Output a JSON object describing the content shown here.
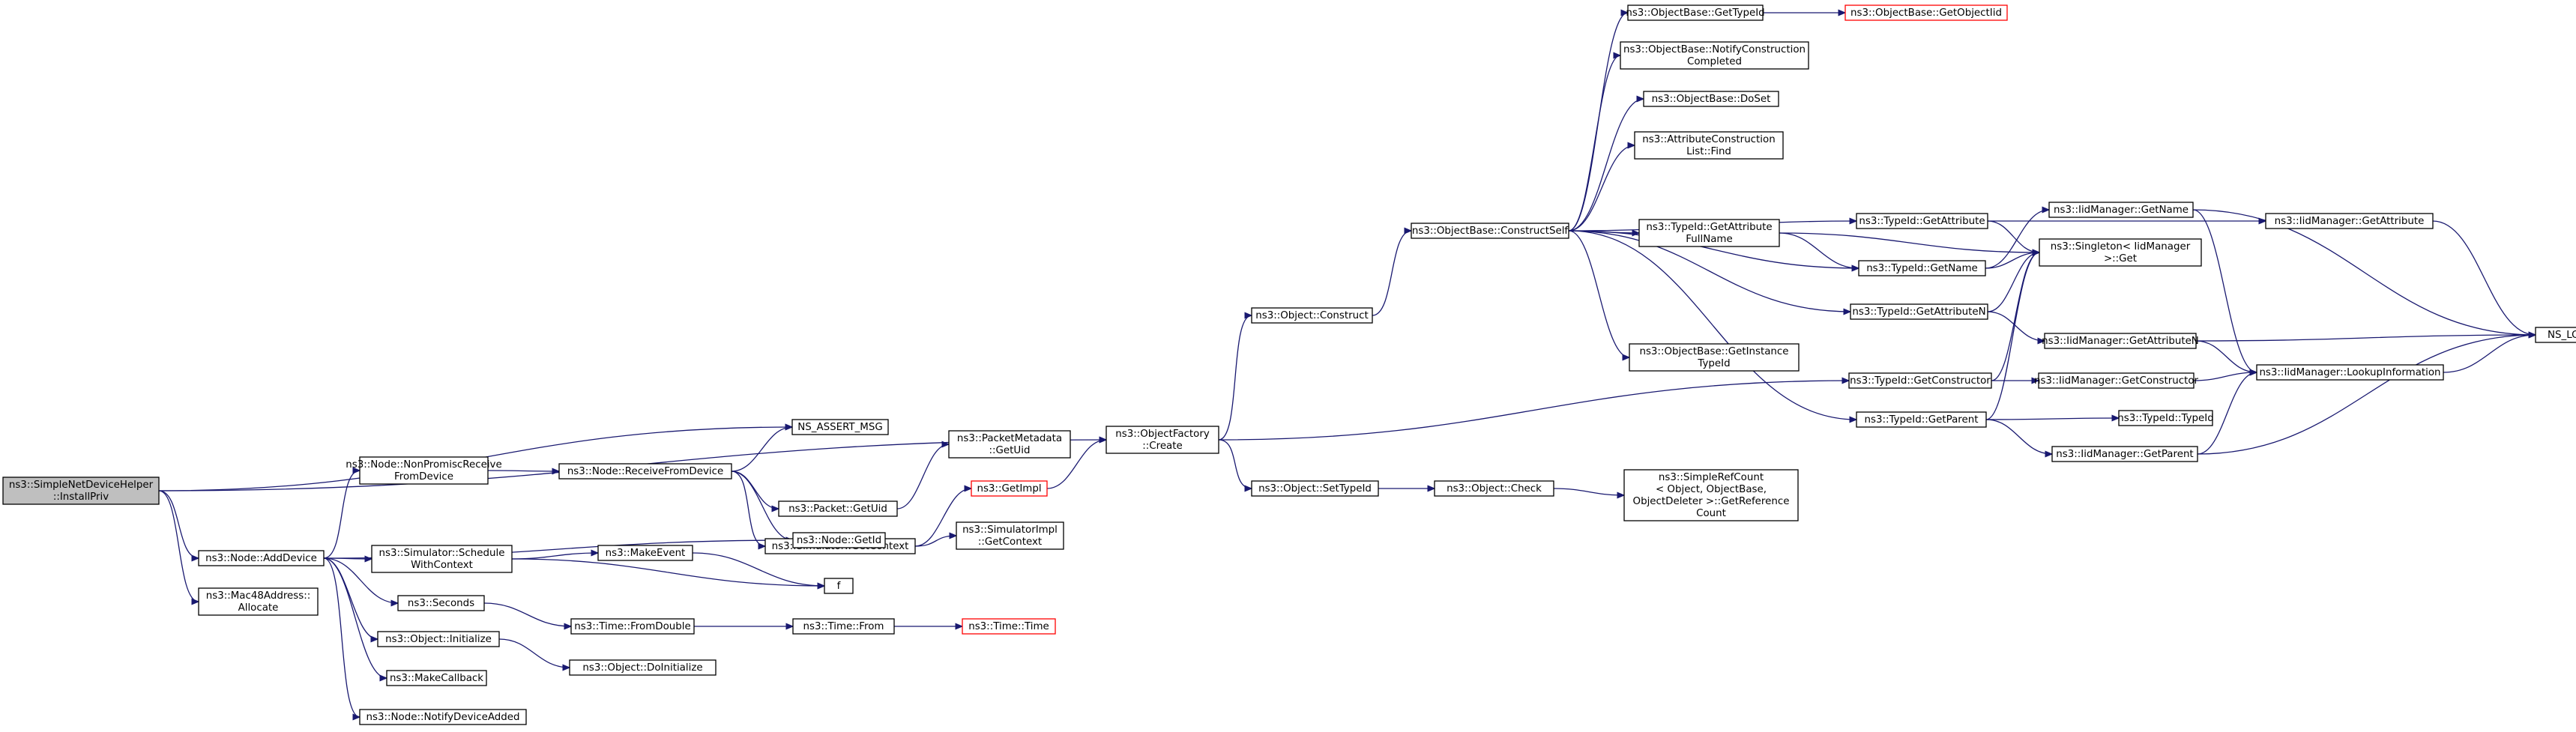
{
  "colors": {
    "edge": "#191970",
    "box_border": "#000000",
    "highlight_border": "#ff0000",
    "root_fill": "#bfbfbf",
    "box_fill": "#ffffff"
  },
  "nodes": [
    {
      "id": "n0",
      "lines": [
        "ns3::SimpleNetDeviceHelper",
        "::InstallPriv"
      ],
      "root": true
    },
    {
      "id": "n1",
      "lines": [
        "ns3::ObjectFactory",
        "::Create"
      ]
    },
    {
      "id": "n2",
      "lines": [
        "NS_ASSERT_MSG"
      ]
    },
    {
      "id": "n3",
      "lines": [
        "ns3::Node::AddDevice"
      ]
    },
    {
      "id": "n4",
      "lines": [
        "ns3::Mac48Address::",
        "Allocate"
      ]
    },
    {
      "id": "n5",
      "lines": [
        "ns3::Object::Construct"
      ]
    },
    {
      "id": "n6",
      "lines": [
        "ns3::Object::SetTypeId"
      ]
    },
    {
      "id": "n7",
      "lines": [
        "ns3::TypeId::GetConstructor"
      ]
    },
    {
      "id": "n8",
      "lines": [
        "ns3::ObjectBase::ConstructSelf"
      ]
    },
    {
      "id": "n9",
      "lines": [
        "ns3::ObjectBase::GetTypeId"
      ]
    },
    {
      "id": "n10",
      "lines": [
        "ns3::ObjectBase::GetObjectIid"
      ],
      "highlight": true
    },
    {
      "id": "n11",
      "lines": [
        "ns3::ObjectBase::NotifyConstruction",
        "Completed"
      ]
    },
    {
      "id": "n12",
      "lines": [
        "ns3::ObjectBase::DoSet"
      ]
    },
    {
      "id": "n13",
      "lines": [
        "ns3::AttributeConstruction",
        "List::Find"
      ]
    },
    {
      "id": "n14",
      "lines": [
        "ns3::TypeId::GetAttribute"
      ]
    },
    {
      "id": "n15",
      "lines": [
        "ns3::TypeId::GetAttribute",
        "FullName"
      ]
    },
    {
      "id": "n16",
      "lines": [
        "ns3::TypeId::GetName"
      ]
    },
    {
      "id": "n17",
      "lines": [
        "ns3::TypeId::GetAttributeN"
      ]
    },
    {
      "id": "n18",
      "lines": [
        "ns3::ObjectBase::GetInstance",
        "TypeId"
      ]
    },
    {
      "id": "n19",
      "lines": [
        "ns3::TypeId::GetParent"
      ]
    },
    {
      "id": "n20",
      "lines": [
        "ns3::IidManager::GetAttribute"
      ]
    },
    {
      "id": "n21",
      "lines": [
        "ns3::Singleton< IidManager",
        ">::Get"
      ]
    },
    {
      "id": "n22",
      "lines": [
        "ns3::IidManager::GetName"
      ]
    },
    {
      "id": "n23",
      "lines": [
        "NS_LOG_LOGIC"
      ]
    },
    {
      "id": "n24",
      "lines": [
        "ns3::IidManager::LookupInformation"
      ]
    },
    {
      "id": "n25",
      "lines": [
        "ns3::IidManager::GetAttributeN"
      ]
    },
    {
      "id": "n26",
      "lines": [
        "ns3::IidManager::GetConstructor"
      ]
    },
    {
      "id": "n27",
      "lines": [
        "ns3::TypeId::TypeId"
      ]
    },
    {
      "id": "n28",
      "lines": [
        "ns3::IidManager::GetParent"
      ]
    },
    {
      "id": "n29",
      "lines": [
        "ns3::Object::Check"
      ]
    },
    {
      "id": "n30",
      "lines": [
        "ns3::SimpleRefCount",
        "< Object, ObjectBase,",
        "ObjectDeleter >::GetReference",
        "Count"
      ]
    },
    {
      "id": "n31",
      "lines": [
        "ns3::Node::NonPromiscReceive",
        "FromDevice"
      ]
    },
    {
      "id": "n32",
      "lines": [
        "ns3::Node::ReceiveFromDevice"
      ]
    },
    {
      "id": "n33",
      "lines": [
        "ns3::Packet::GetUid"
      ]
    },
    {
      "id": "n34",
      "lines": [
        "ns3::PacketMetadata",
        "::GetUid"
      ]
    },
    {
      "id": "n35",
      "lines": [
        "ns3::Simulator::GetContext"
      ]
    },
    {
      "id": "n36",
      "lines": [
        "ns3::GetImpl"
      ],
      "highlight": true
    },
    {
      "id": "n37",
      "lines": [
        "ns3::SimulatorImpl",
        "::GetContext"
      ]
    },
    {
      "id": "n38",
      "lines": [
        "ns3::Node::GetId"
      ]
    },
    {
      "id": "n39",
      "lines": [
        "ns3::Simulator::Schedule",
        "WithContext"
      ]
    },
    {
      "id": "n40",
      "lines": [
        "ns3::MakeEvent"
      ]
    },
    {
      "id": "n41",
      "lines": [
        "f"
      ]
    },
    {
      "id": "n42",
      "lines": [
        "ns3::Seconds"
      ]
    },
    {
      "id": "n43",
      "lines": [
        "ns3::Time::FromDouble"
      ]
    },
    {
      "id": "n44",
      "lines": [
        "ns3::Time::From"
      ]
    },
    {
      "id": "n45",
      "lines": [
        "ns3::Time::Time"
      ],
      "highlight": true
    },
    {
      "id": "n46",
      "lines": [
        "ns3::Object::Initialize"
      ]
    },
    {
      "id": "n47",
      "lines": [
        "ns3::Object::DoInitialize"
      ]
    },
    {
      "id": "n48",
      "lines": [
        "ns3::MakeCallback"
      ]
    },
    {
      "id": "n49",
      "lines": [
        "ns3::Node::NotifyDeviceAdded"
      ]
    }
  ],
  "edges": [
    [
      "n0",
      "n1"
    ],
    [
      "n0",
      "n2"
    ],
    [
      "n0",
      "n3"
    ],
    [
      "n0",
      "n4"
    ],
    [
      "n1",
      "n5"
    ],
    [
      "n1",
      "n6"
    ],
    [
      "n1",
      "n7"
    ],
    [
      "n5",
      "n8"
    ],
    [
      "n8",
      "n9"
    ],
    [
      "n8",
      "n11"
    ],
    [
      "n8",
      "n12"
    ],
    [
      "n8",
      "n13"
    ],
    [
      "n8",
      "n14"
    ],
    [
      "n8",
      "n15"
    ],
    [
      "n8",
      "n16"
    ],
    [
      "n8",
      "n17"
    ],
    [
      "n8",
      "n18"
    ],
    [
      "n8",
      "n19"
    ],
    [
      "n9",
      "n10"
    ],
    [
      "n14",
      "n20"
    ],
    [
      "n14",
      "n21"
    ],
    [
      "n15",
      "n16"
    ],
    [
      "n15",
      "n21"
    ],
    [
      "n16",
      "n21"
    ],
    [
      "n16",
      "n22"
    ],
    [
      "n17",
      "n21"
    ],
    [
      "n17",
      "n25"
    ],
    [
      "n7",
      "n21"
    ],
    [
      "n7",
      "n26"
    ],
    [
      "n19",
      "n21"
    ],
    [
      "n19",
      "n27"
    ],
    [
      "n19",
      "n28"
    ],
    [
      "n20",
      "n23"
    ],
    [
      "n22",
      "n23"
    ],
    [
      "n22",
      "n24"
    ],
    [
      "n25",
      "n23"
    ],
    [
      "n25",
      "n24"
    ],
    [
      "n26",
      "n24"
    ],
    [
      "n28",
      "n23"
    ],
    [
      "n28",
      "n24"
    ],
    [
      "n24",
      "n23"
    ],
    [
      "n6",
      "n29"
    ],
    [
      "n29",
      "n30"
    ],
    [
      "n3",
      "n31"
    ],
    [
      "n3",
      "n38"
    ],
    [
      "n3",
      "n39"
    ],
    [
      "n3",
      "n42"
    ],
    [
      "n3",
      "n46"
    ],
    [
      "n3",
      "n48"
    ],
    [
      "n3",
      "n49"
    ],
    [
      "n31",
      "n32"
    ],
    [
      "n32",
      "n2"
    ],
    [
      "n32",
      "n33"
    ],
    [
      "n32",
      "n35"
    ],
    [
      "n32",
      "n38"
    ],
    [
      "n33",
      "n34"
    ],
    [
      "n35",
      "n36"
    ],
    [
      "n35",
      "n37"
    ],
    [
      "n36",
      "n1"
    ],
    [
      "n39",
      "n40"
    ],
    [
      "n39",
      "n41"
    ],
    [
      "n40",
      "n41"
    ],
    [
      "n42",
      "n43"
    ],
    [
      "n43",
      "n44"
    ],
    [
      "n44",
      "n45"
    ],
    [
      "n46",
      "n47"
    ]
  ]
}
